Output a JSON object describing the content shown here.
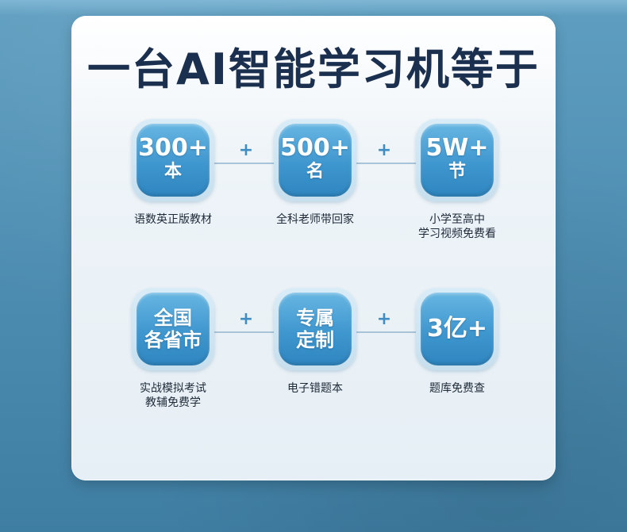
{
  "headline": "一台AI智能学习机等于",
  "plus_sign": "+",
  "row1": [
    {
      "big": "300+",
      "small": "本",
      "caption": [
        "语数英正版教材"
      ]
    },
    {
      "big": "500+",
      "small": "名",
      "caption": [
        "全科老师带回家"
      ]
    },
    {
      "big": "5W+",
      "small": "节",
      "caption": [
        "小学至高中",
        "学习视频免费看"
      ]
    }
  ],
  "row2": [
    {
      "lines": [
        "全国",
        "各省市"
      ],
      "caption": [
        "实战模拟考试",
        "教辅免费学"
      ]
    },
    {
      "lines": [
        "专属",
        "定制"
      ],
      "caption": [
        "电子错题本"
      ]
    },
    {
      "single": "3亿+",
      "caption": [
        "题库免费查"
      ]
    }
  ],
  "colors": {
    "headline": "#1b2f4e",
    "badge_blue": "#3f97cf",
    "plus": "#3f8dc2",
    "background": "#4f8fb3"
  },
  "icons": {
    "connector": "plus-icon"
  }
}
